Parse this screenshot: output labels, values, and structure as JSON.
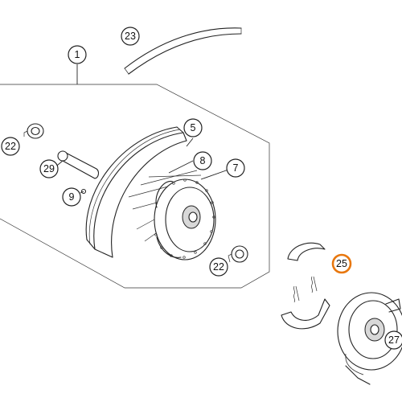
{
  "colors": {
    "line": "#222222",
    "highlight": "#e8770e",
    "background": "#ffffff"
  },
  "callouts": {
    "c1": "1",
    "c5": "5",
    "c7": "7",
    "c8": "8",
    "c9": "9",
    "c22a": "22",
    "c22b": "22",
    "c23": "23",
    "c25": "25",
    "c27": "27",
    "c29": "29"
  },
  "highlighted_part": "25"
}
